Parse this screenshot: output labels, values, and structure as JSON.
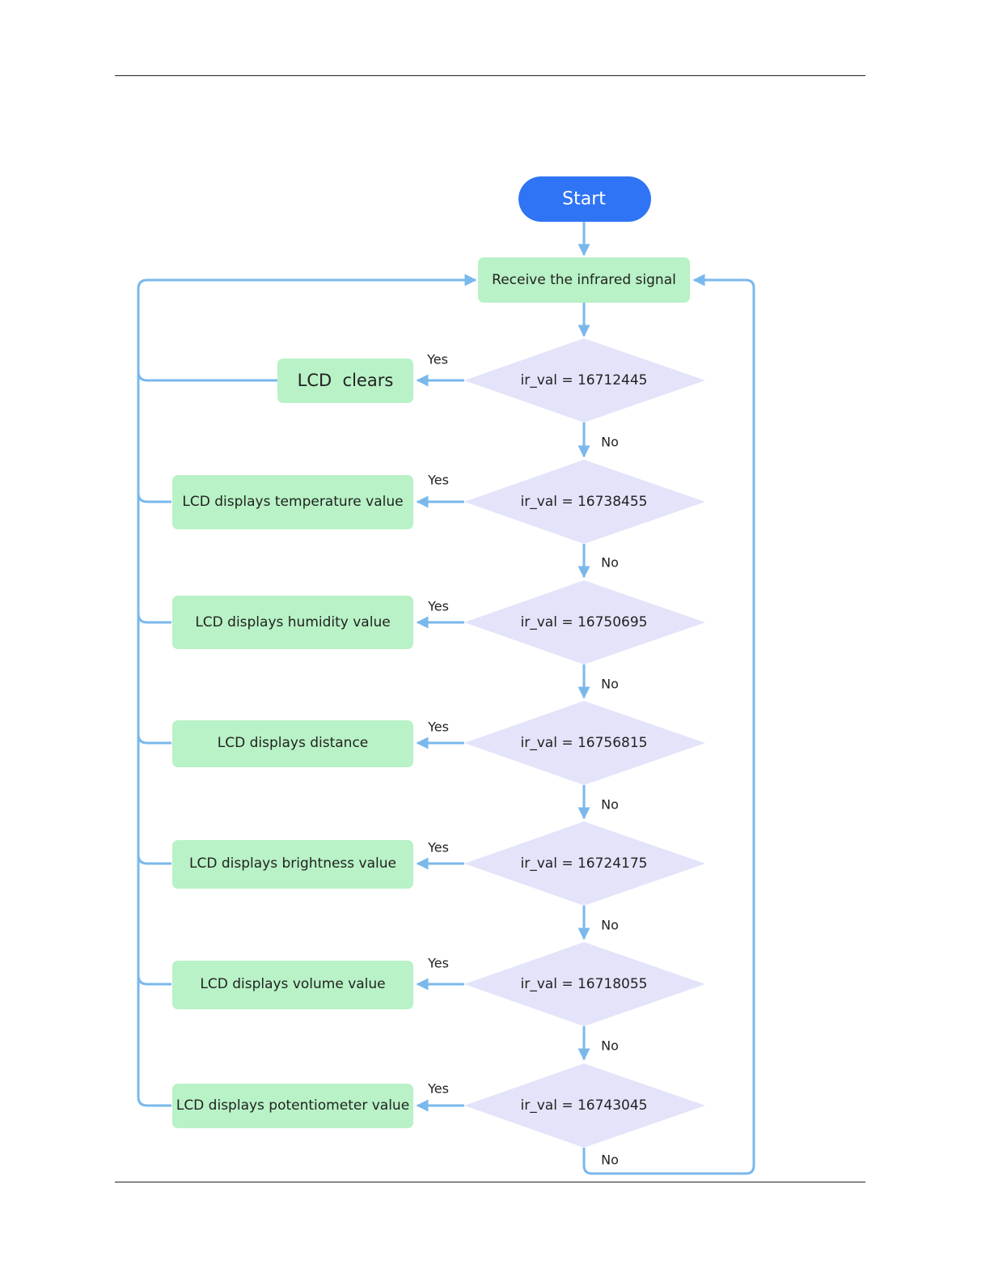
{
  "flowchart": {
    "start": "Start",
    "receive": "Receive the infrared signal",
    "yes_label": "Yes",
    "no_label": "No",
    "steps": [
      {
        "condition": "ir_val = 16712445",
        "action": "LCD  clears"
      },
      {
        "condition": "ir_val = 16738455",
        "action": "LCD displays temperature value"
      },
      {
        "condition": "ir_val = 16750695",
        "action": "LCD displays humidity value"
      },
      {
        "condition": "ir_val = 16756815",
        "action": "LCD displays distance"
      },
      {
        "condition": "ir_val = 16724175",
        "action": "LCD displays brightness value"
      },
      {
        "condition": "ir_val = 16718055",
        "action": "LCD displays volume value"
      },
      {
        "condition": "ir_val = 16743045",
        "action": "LCD displays potentiometer value"
      }
    ]
  },
  "colors": {
    "start_fill": "#2f74f5",
    "process_fill": "#b8f2c6",
    "decision_fill": "#e3e3fa",
    "connector": "#7ab8ec"
  }
}
